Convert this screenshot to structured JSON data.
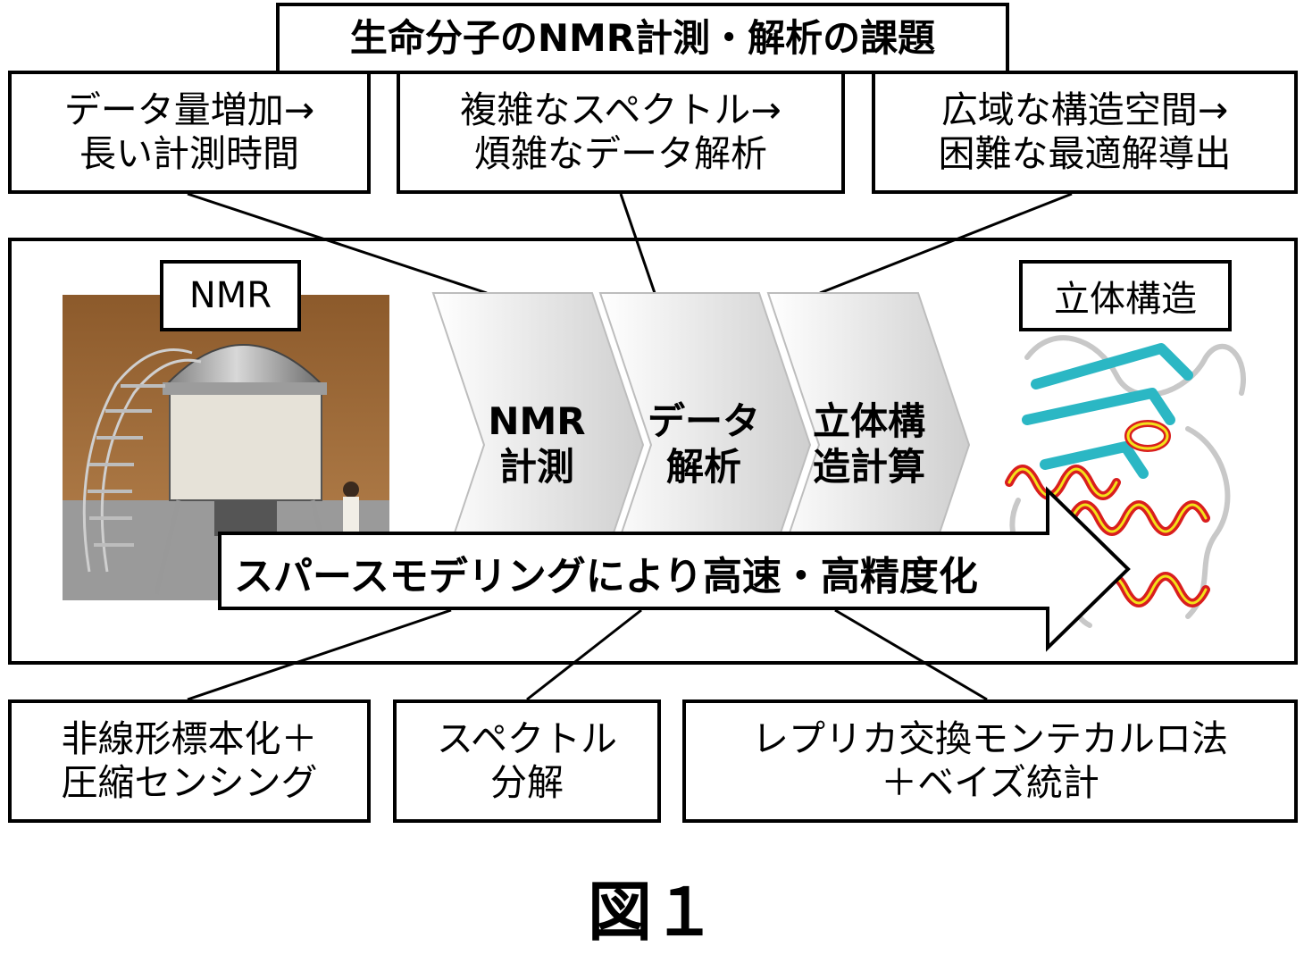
{
  "title": "生命分子のNMR計測・解析の課題",
  "issues": [
    {
      "line1": "データ量増加→",
      "line2": "長い計測時間"
    },
    {
      "line1": "複雑なスペクトル→",
      "line2": "煩雑なデータ解析"
    },
    {
      "line1": "広域な構造空間→",
      "line2": "困難な最適解導出"
    }
  ],
  "nmr_label": "NMR",
  "structure_label": "立体構造",
  "steps": [
    {
      "line1": "NMR",
      "line2": "計測"
    },
    {
      "line1": "データ",
      "line2": "解析"
    },
    {
      "line1": "立体構",
      "line2": "造計算"
    }
  ],
  "banner": "スパースモデリングにより高速・高精度化",
  "methods": [
    {
      "line1": "非線形標本化＋",
      "line2": "圧縮センシング"
    },
    {
      "line1": "スペクトル",
      "line2": "分解"
    },
    {
      "line1": "レプリカ交換モンテカルロ法",
      "line2": "＋ベイズ統計"
    }
  ],
  "caption": "図１",
  "colors": {
    "helix_red": "#d91e1e",
    "helix_yellow": "#f2e21a",
    "sheet_cyan": "#2bb7c4",
    "coil_gray": "#c8c8c8"
  }
}
